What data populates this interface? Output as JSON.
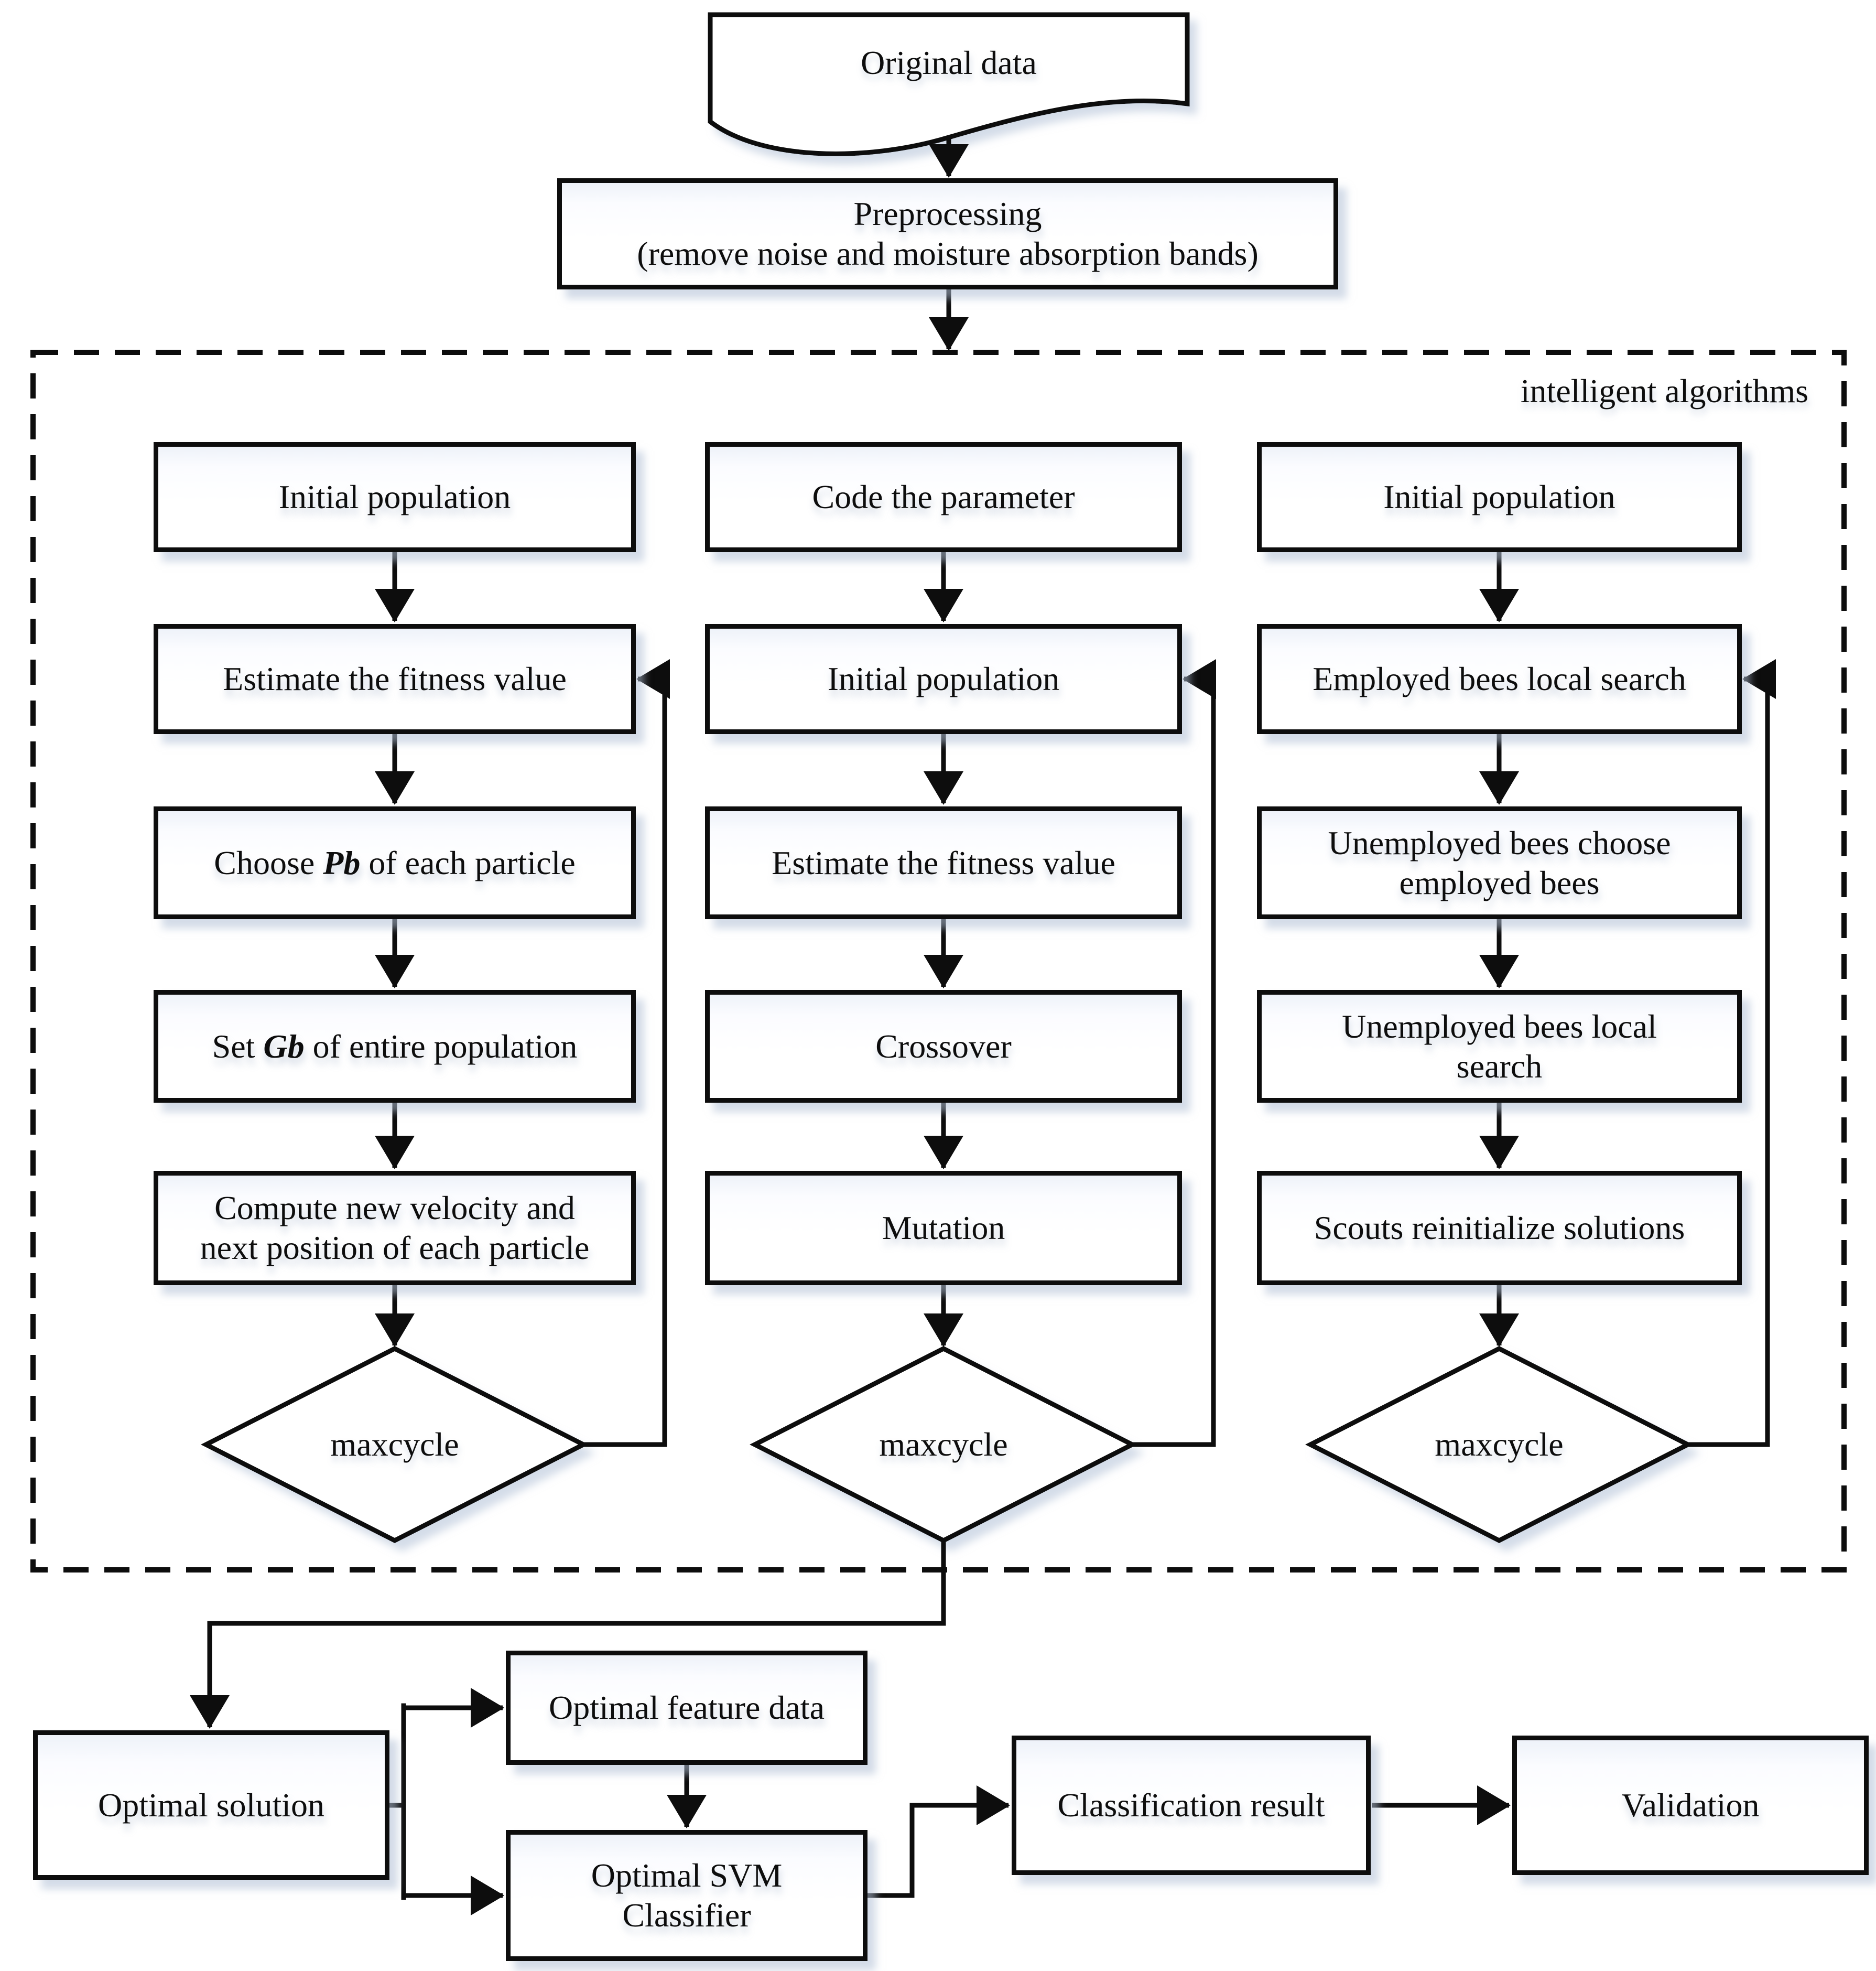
{
  "flow": {
    "original_data": "Original data",
    "preprocessing_line1": "Preprocessing",
    "preprocessing_line2": "(remove noise and moisture absorption bands)",
    "group_label": "intelligent algorithms",
    "pso": {
      "initial_population": "Initial population",
      "estimate_fitness": "Estimate the fitness value",
      "choose_pb_pre": "Choose ",
      "choose_pb_var": "Pb",
      "choose_pb_post": " of each particle",
      "set_gb_pre": "Set ",
      "set_gb_var": "Gb",
      "set_gb_post": " of entire population",
      "compute_line1": "Compute new velocity and",
      "compute_line2": "next position of each particle",
      "decision": "maxcycle"
    },
    "ga": {
      "code_parameter": "Code the parameter",
      "initial_population": "Initial population",
      "estimate_fitness": "Estimate the fitness value",
      "crossover": "Crossover",
      "mutation": "Mutation",
      "decision": "maxcycle"
    },
    "abc": {
      "initial_population": "Initial population",
      "employed_bees": "Employed bees local search",
      "unemployed_choose_line1": "Unemployed bees choose",
      "unemployed_choose_line2": "employed bees",
      "unemployed_search_line1": "Unemployed bees local",
      "unemployed_search_line2": "search",
      "scouts": "Scouts reinitialize solutions",
      "decision": "maxcycle"
    },
    "output": {
      "optimal_solution": "Optimal solution",
      "optimal_feature_data": "Optimal feature data",
      "optimal_svm_line1": "Optimal SVM",
      "optimal_svm_line2": "Classifier",
      "classification_result": "Classification result",
      "validation": "Validation"
    }
  },
  "colors": {
    "ink": "#0d0d0d",
    "node_shadow": "#b8c6da",
    "background": "#ffffff"
  }
}
